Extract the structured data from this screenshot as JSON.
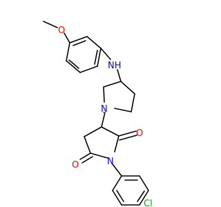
{
  "diagram": {
    "type": "chemical-structure",
    "atoms": {
      "o_methoxy": {
        "label": "O",
        "color": "#ff0000"
      },
      "n_amine": {
        "label": "NH",
        "color": "#0000ff"
      },
      "n_piperidine": {
        "label": "N",
        "color": "#0000ff"
      },
      "o_carbonyl_right": {
        "label": "O",
        "color": "#ff0000"
      },
      "n_imide": {
        "label": "N",
        "color": "#0000ff"
      },
      "o_carbonyl_left": {
        "label": "O",
        "color": "#ff0000"
      },
      "cl": {
        "label": "Cl",
        "color": "#00aa00"
      }
    }
  }
}
